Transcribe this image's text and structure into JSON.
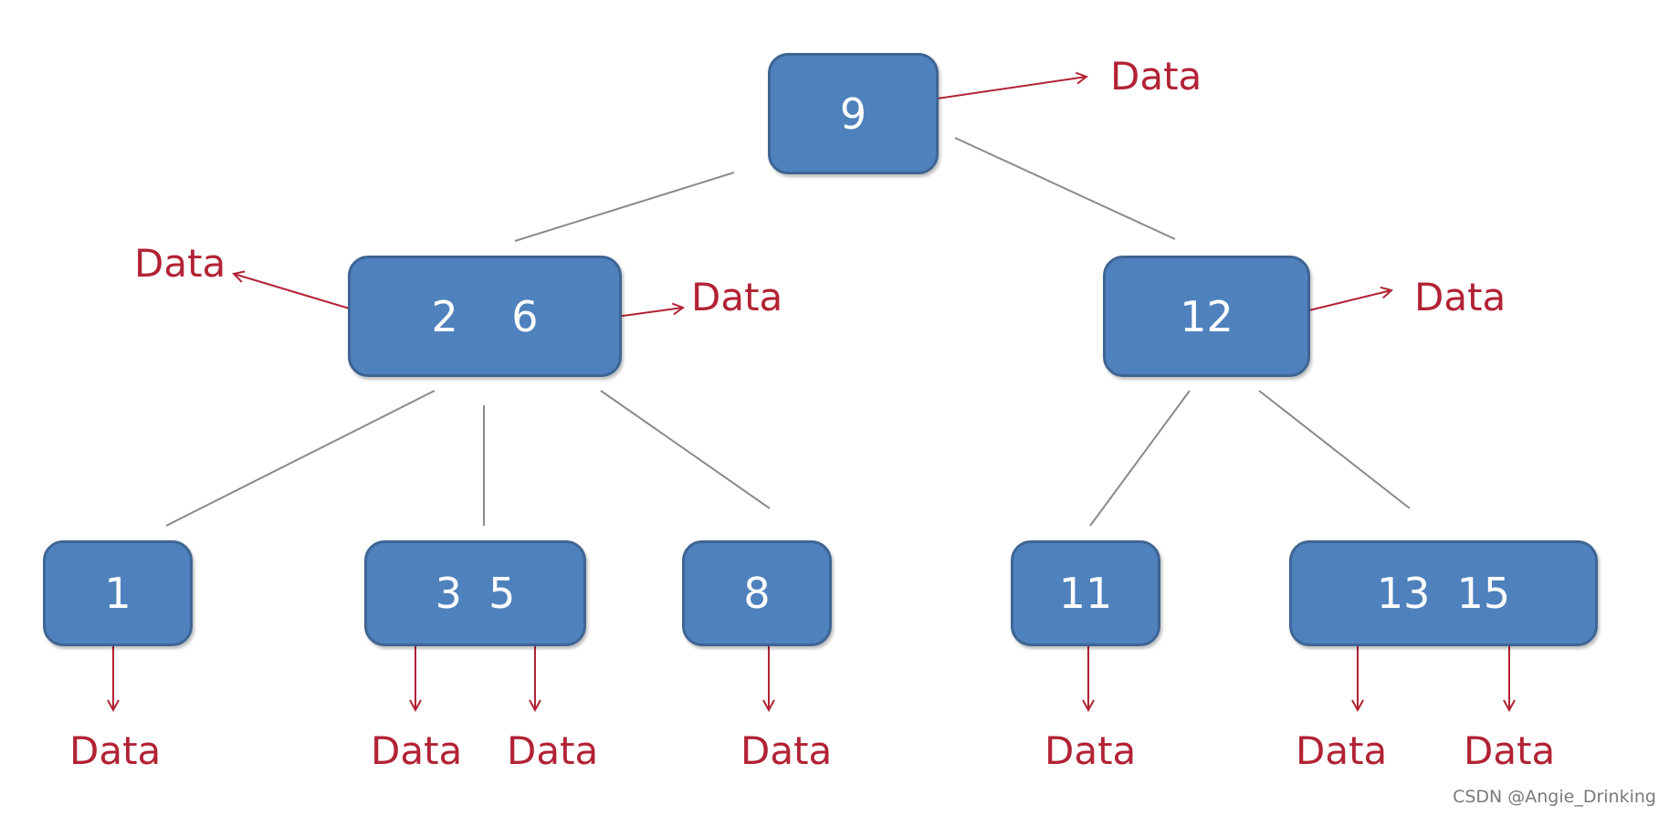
{
  "colors": {
    "node_fill": "#4f81bd",
    "node_border": "#3e6594",
    "node_text": "#ffffff",
    "data_label": "#b22234",
    "arrow": "#b22234",
    "connector": "#8a8a8a"
  },
  "nodes": {
    "root": {
      "label": "9"
    },
    "mid_left": {
      "label": "2    6"
    },
    "mid_right": {
      "label": "12"
    },
    "leaf_1": {
      "label": "1"
    },
    "leaf_35": {
      "label": "3  5"
    },
    "leaf_8": {
      "label": "8"
    },
    "leaf_11": {
      "label": "11"
    },
    "leaf_1315": {
      "label": "13  15"
    }
  },
  "data_labels": {
    "root_data": "Data",
    "mid_left_data_left": "Data",
    "mid_left_data_right": "Data",
    "mid_right_data": "Data",
    "leaf_1_data": "Data",
    "leaf_3_data": "Data",
    "leaf_5_data": "Data",
    "leaf_8_data": "Data",
    "leaf_11_data": "Data",
    "leaf_13_data": "Data",
    "leaf_15_data": "Data"
  },
  "watermark": "CSDN @Angie_Drinking"
}
